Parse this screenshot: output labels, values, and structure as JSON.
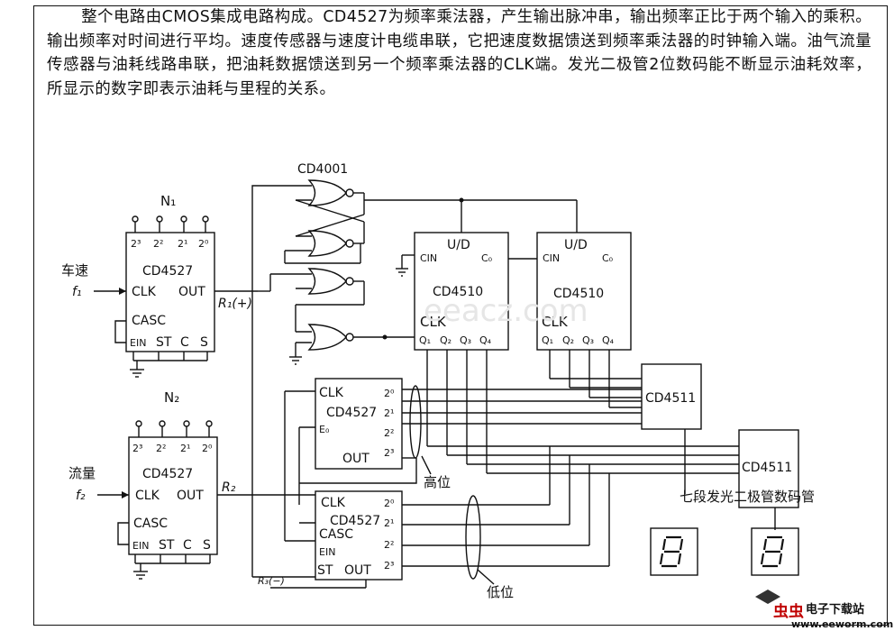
{
  "description_text": "整个电路由CMOS集成电路构成。CD4527为频率乘法器，产生输出脉冲串，输出频率正比于两个输入的乘积。输出频率对时间进行平均。速度传感器与速度计电缆串联，它把速度数据馈送到频率乘法器的时钟输入端。油气流量传感器与油耗线路串联，把油耗数据馈送到另一个频率乘法器的CLK端。发光二极管2位数码能不断显示油耗效率，所显示的数字即表示油耗与里程的关系。",
  "labels": {
    "n1": "N₁",
    "n2": "N₂",
    "cd4001": "CD4001",
    "input_speed": "车速",
    "input_flow": "流量",
    "f1": "f₁",
    "f2": "f₂",
    "r1": "R₁(+)",
    "r2": "R₂",
    "r3": "R₃(−)",
    "high_bit": "高位",
    "low_bit": "低位",
    "display_caption": "七段发光二极管数码管"
  },
  "chips": {
    "cd4527": "CD4527",
    "cd4510": "CD4510",
    "cd4511": "CD4511"
  },
  "pins": {
    "p2_3": "2³",
    "p2_2": "2²",
    "p2_1": "2¹",
    "p2_0": "2⁰",
    "clk": "CLK",
    "out": "OUT",
    "casc": "CASC",
    "ein": "EIN",
    "st": "ST",
    "c": "C",
    "s": "S",
    "e0": "E₀",
    "ud": "U/D",
    "cin": "CIN",
    "co": "C₀",
    "q1": "Q₁",
    "q2": "Q₂",
    "q3": "Q₃",
    "q4": "Q₄"
  },
  "watermark": {
    "faint": "eeacz.com",
    "logo_cn": "虫虫",
    "site_cn": "电子下载站",
    "url": "www.eeworm.com"
  }
}
